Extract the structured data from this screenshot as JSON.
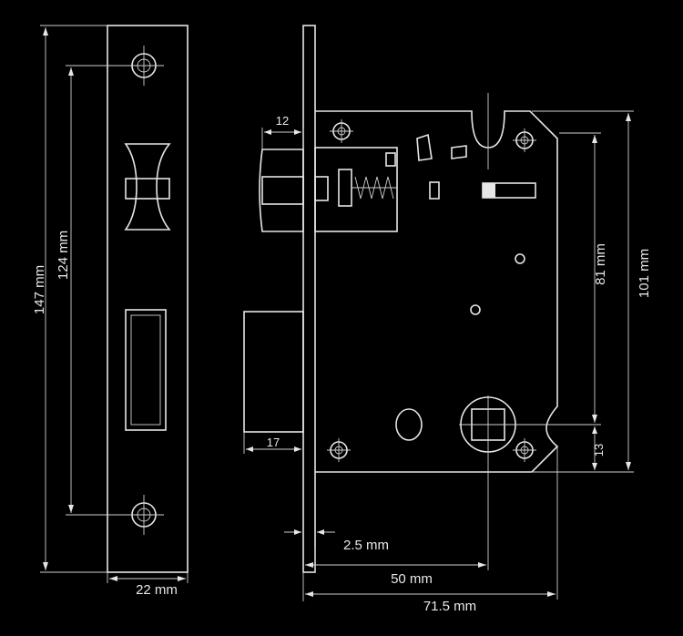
{
  "dimensions": {
    "faceplate_height": "147 mm",
    "hole_spacing": "124 mm",
    "faceplate_width": "22 mm",
    "bolt_width": "12",
    "latch_depth": "17",
    "faceplate_thickness": "2.5 mm",
    "backset": "50 mm",
    "body_depth": "71.5 mm",
    "spindle_to_top": "81 mm",
    "body_height": "101 mm",
    "spindle_to_bottom": "13"
  },
  "colors": {
    "background": "#000000",
    "line": "#e6e6e6"
  }
}
